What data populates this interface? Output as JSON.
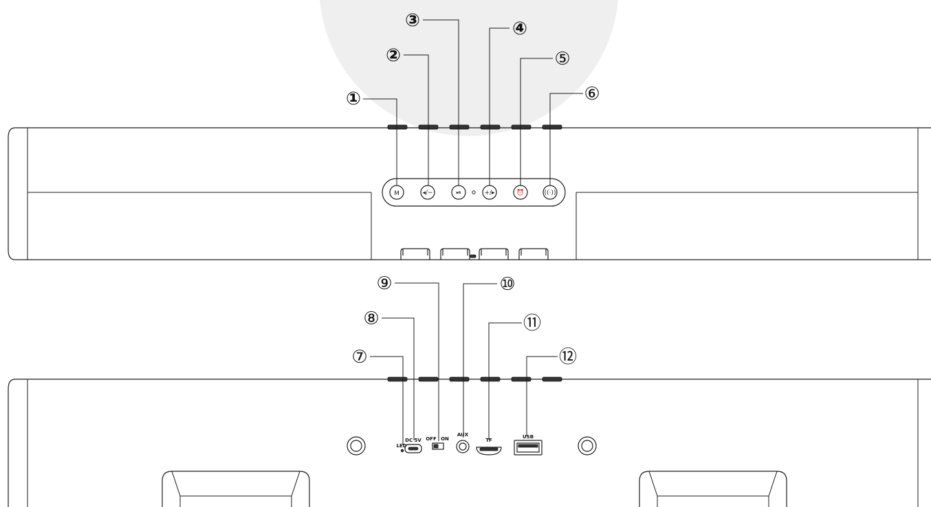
{
  "callouts": [
    {
      "id": "1",
      "text": "①",
      "bold": true
    },
    {
      "id": "2",
      "text": "②",
      "bold": true
    },
    {
      "id": "3",
      "text": "③",
      "bold": true
    },
    {
      "id": "4",
      "text": "④",
      "bold": true
    },
    {
      "id": "5",
      "text": "⑤",
      "bold": false
    },
    {
      "id": "6",
      "text": "⑥",
      "bold": false
    },
    {
      "id": "7",
      "text": "⑦",
      "bold": false
    },
    {
      "id": "8",
      "text": "⑧",
      "bold": false
    },
    {
      "id": "9",
      "text": "⑨",
      "bold": false
    },
    {
      "id": "10",
      "text": "⑩",
      "bold": false
    },
    {
      "id": "11",
      "text": "⑪",
      "bold": false
    },
    {
      "id": "12",
      "text": "⑫",
      "bold": false
    }
  ],
  "top_buttons": {
    "mode": "M",
    "prev_vol_down": "◂/−",
    "play_pause": "⏯",
    "next_vol_up": "+/▸",
    "alarm": "⏰",
    "wireless": "((·))"
  },
  "rear_labels": {
    "led": "LED",
    "dc": "DC 5V",
    "off": "OFF",
    "on": "ON",
    "aux": "AUX",
    "tf": "TF",
    "usb": "USB"
  },
  "colors": {
    "line": "#1a1a1a",
    "watermark": "#efefef",
    "pad": "#333333"
  }
}
